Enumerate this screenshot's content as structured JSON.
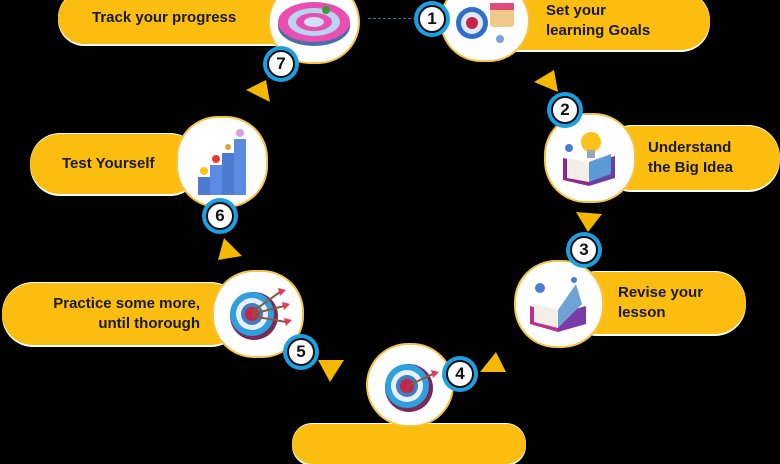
{
  "diagram": {
    "type": "cycle",
    "steps": [
      {
        "number": "1",
        "label_line1": "Set your",
        "label_line2": "learning Goals",
        "icon": "target-calendar-icon"
      },
      {
        "number": "2",
        "label_line1": "Understand",
        "label_line2": "the Big Idea",
        "icon": "lightbulb-book-icon"
      },
      {
        "number": "3",
        "label_line1": "Revise your",
        "label_line2": "lesson",
        "icon": "open-book-icon"
      },
      {
        "number": "4",
        "label_line1": "",
        "label_line2": "",
        "icon": "target-arrow-icon"
      },
      {
        "number": "5",
        "label_line1": "Practice some more,",
        "label_line2": "until thorough",
        "icon": "target-multiple-arrows-icon"
      },
      {
        "number": "6",
        "label_line1": "Test Yourself",
        "label_line2": "",
        "icon": "stairs-icon"
      },
      {
        "number": "7",
        "label_line1": "Track your progress",
        "label_line2": "",
        "icon": "progress-dial-icon"
      }
    ],
    "colors": {
      "background": "#000000",
      "pill": "#fbbd0f",
      "badge_ring": "#1aa0e3",
      "arrow": "#f5b800",
      "text": "#1a1a1a"
    }
  }
}
